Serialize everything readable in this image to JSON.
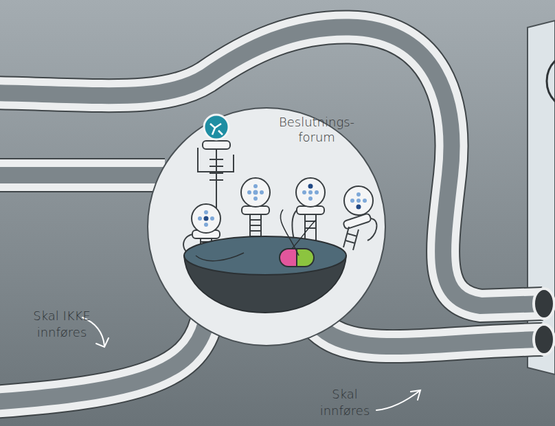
{
  "diagram": {
    "nodes": [
      {
        "text": [
          "Beslutnings- forum"
        ]
      }
    ],
    "labels": [
      "Skal IKKE innføres",
      "Skal innføres"
    ]
  }
}
